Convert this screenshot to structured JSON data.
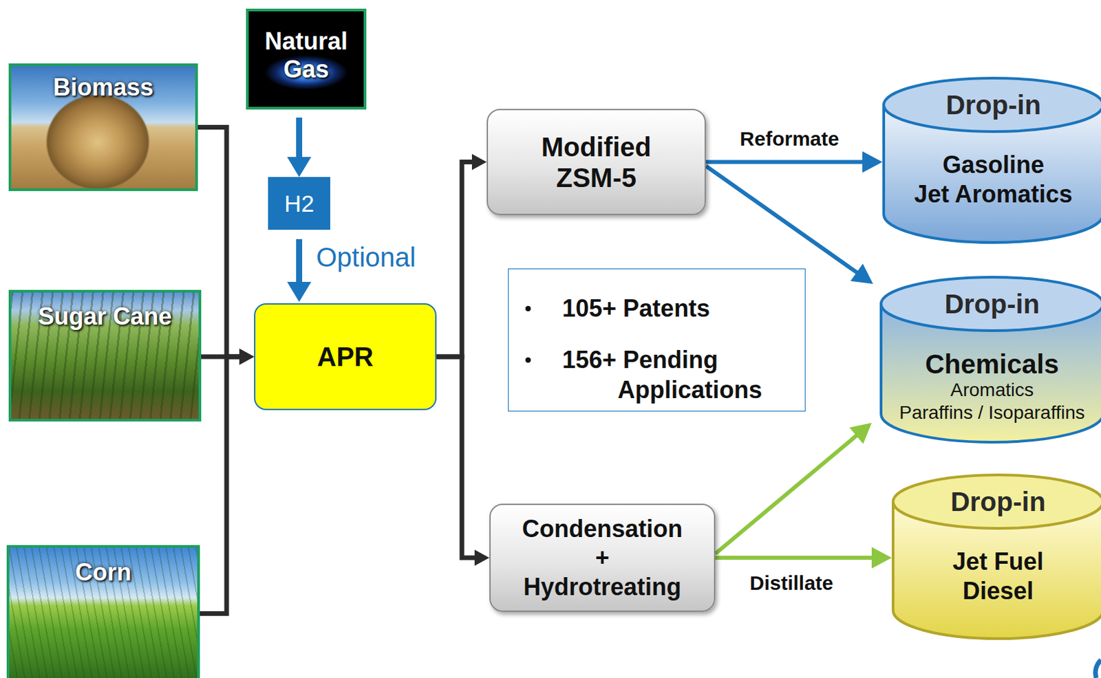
{
  "diagram": {
    "nodes": [
      {
        "text": [
          "Biomass"
        ]
      },
      {
        "text": [
          "Natural Gas"
        ]
      },
      {
        "text": [
          "H2"
        ]
      },
      {
        "text": [
          "Sugar Cane"
        ]
      },
      {
        "text": [
          "APR"
        ]
      },
      {
        "text": [
          "Corn"
        ]
      },
      {
        "text": [
          "Modified ZSM-5"
        ]
      },
      {
        "text": [
          "105+ Patents",
          "156+ Pending Applications"
        ]
      },
      {
        "text": [
          "Condensation + Hydrotreating"
        ]
      },
      {
        "text": [
          "Drop-in",
          "Gasoline",
          "Jet Aromatics"
        ]
      },
      {
        "text": [
          "Drop-in",
          "Chemicals",
          "Aromatics",
          "Paraffins / Isoparaffins"
        ]
      },
      {
        "text": [
          "Drop-in",
          "Jet Fuel",
          "Diesel"
        ]
      }
    ],
    "edges": [
      {
        "from": 0,
        "to": 4,
        "arrow": "to"
      },
      {
        "from": 3,
        "to": 4,
        "arrow": "to"
      },
      {
        "from": 5,
        "to": 4,
        "arrow": "to"
      },
      {
        "from": 1,
        "to": 2,
        "arrow": "to"
      },
      {
        "from": 2,
        "to": 4,
        "label": "Optional",
        "arrow": "to"
      },
      {
        "from": 4,
        "to": 6,
        "arrow": "to"
      },
      {
        "from": 4,
        "to": 8,
        "arrow": "to"
      },
      {
        "from": 6,
        "to": 9,
        "label": "Reformate",
        "arrow": "to"
      },
      {
        "from": 6,
        "to": 10,
        "arrow": "to"
      },
      {
        "from": 8,
        "to": 10,
        "arrow": "to"
      },
      {
        "from": 8,
        "to": 11,
        "label": "Distillate",
        "arrow": "to"
      }
    ]
  }
}
